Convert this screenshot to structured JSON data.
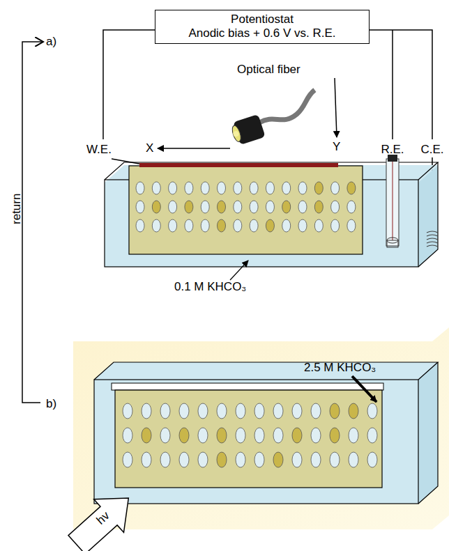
{
  "diagram": {
    "nodes": [
      {
        "text": [
          "Potentiostat",
          "Anodic bias + 0.6 V vs. R.E."
        ]
      }
    ],
    "labels": [
      "a)",
      "Optical fiber",
      "W.E.",
      "X",
      "Y",
      "R.E.",
      "C.E.",
      "0.1 M KHCO₃",
      "return",
      "b)",
      "2.5 M KHCO₃",
      "hv"
    ]
  }
}
